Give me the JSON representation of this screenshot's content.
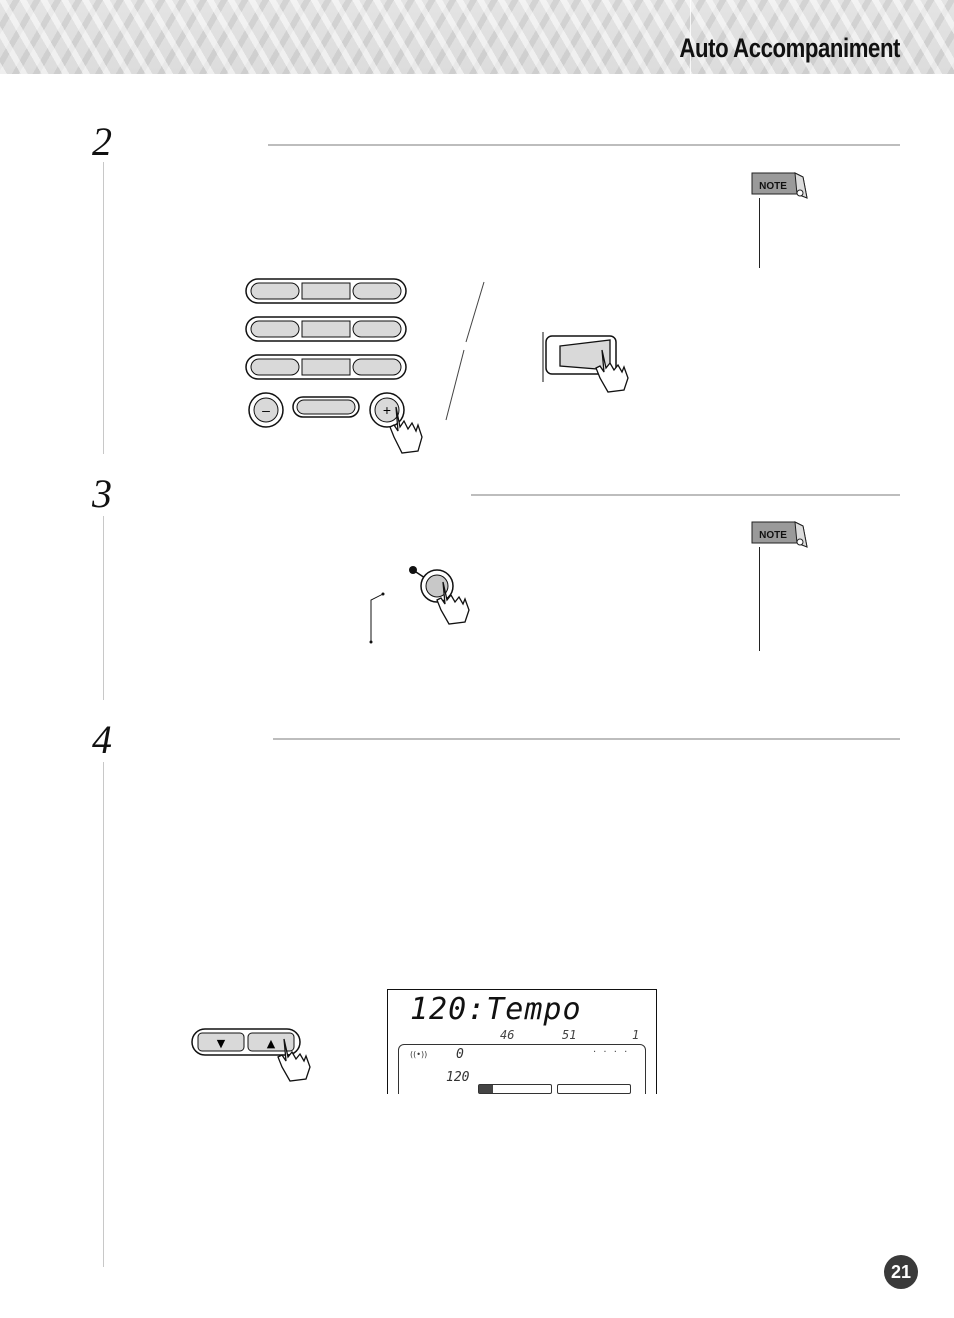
{
  "header": {
    "title": "Auto Accompaniment"
  },
  "steps": [
    {
      "number": "2"
    },
    {
      "number": "3"
    },
    {
      "number": "4"
    }
  ],
  "notes": [
    {
      "label": "NOTE"
    },
    {
      "label": "NOTE"
    }
  ],
  "keypad": {
    "minus_label": "–",
    "plus_label": "+"
  },
  "display": {
    "main_text": "120:Tempo",
    "digits_a": "46",
    "digits_b": "51",
    "digits_c": "1",
    "measure": "0",
    "dots": ". . . .",
    "tempo_value": "120",
    "signal_icon": "((•))"
  },
  "tempo_buttons": {
    "down_label": "▼",
    "up_label": "▲"
  },
  "page": {
    "number": "21"
  }
}
